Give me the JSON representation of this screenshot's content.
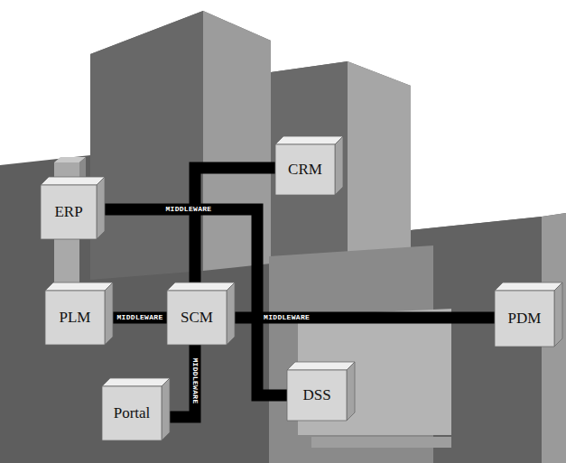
{
  "diagram": {
    "nodes": [
      {
        "text": [
          "CRM"
        ]
      },
      {
        "text": [
          "ERP"
        ]
      },
      {
        "text": [
          "PLM"
        ]
      },
      {
        "text": [
          "SCM"
        ]
      },
      {
        "text": [
          "PDM"
        ]
      },
      {
        "text": [
          "DSS"
        ]
      },
      {
        "text": [
          "Portal"
        ]
      }
    ],
    "edges": [
      {
        "from": 1,
        "to": 5,
        "label": "MIDDLEWARE",
        "arrow": "none"
      },
      {
        "from": 0,
        "to": 3,
        "arrow": "none"
      },
      {
        "from": 2,
        "to": 3,
        "label": "MIDDLEWARE",
        "arrow": "none"
      },
      {
        "from": 3,
        "to": 4,
        "label": "MIDDLEWARE",
        "arrow": "none"
      },
      {
        "from": 3,
        "to": 6,
        "label": "MIDDLEWARE",
        "arrow": "none"
      },
      {
        "from": 1,
        "to": 2,
        "arrow": "none"
      }
    ]
  }
}
